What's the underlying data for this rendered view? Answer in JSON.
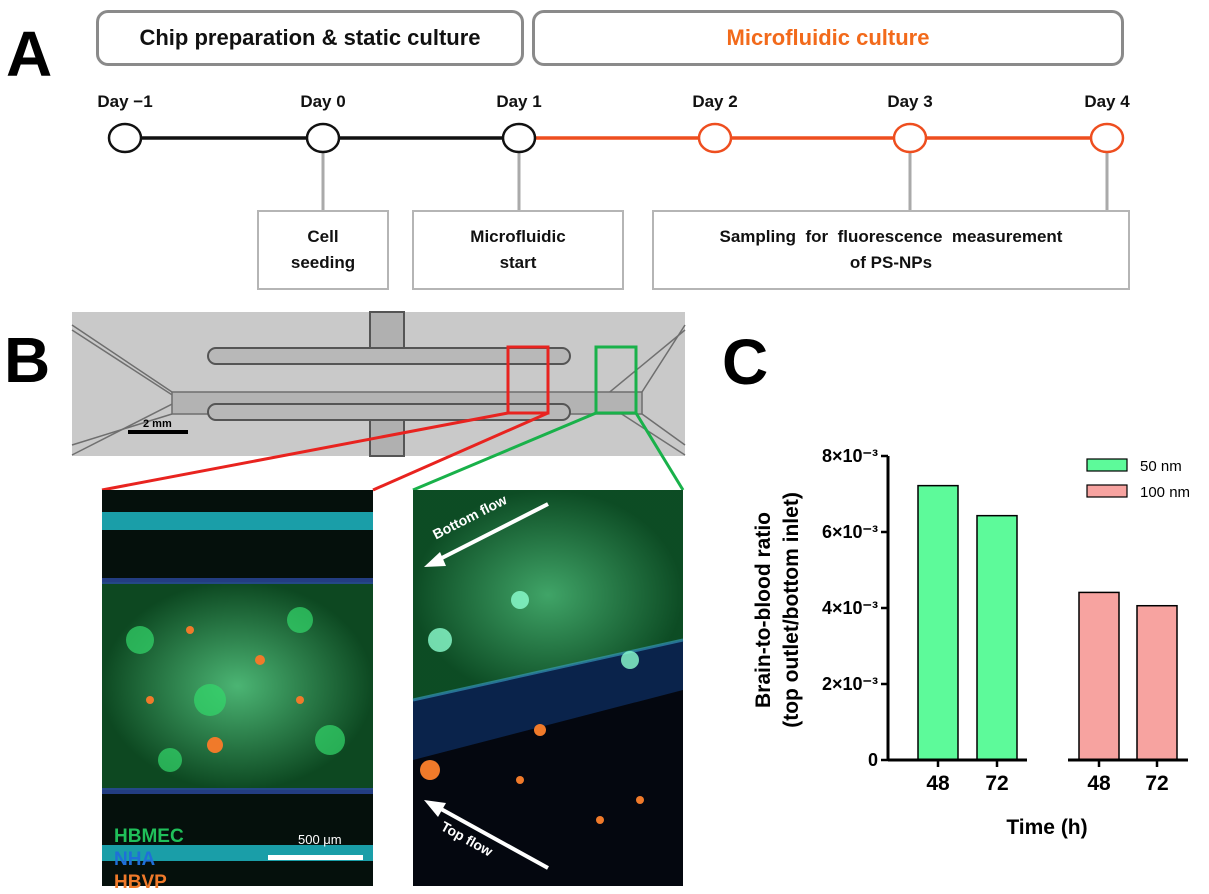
{
  "panels": {
    "a": "A",
    "b": "B",
    "c": "C"
  },
  "timeline": {
    "phases": [
      {
        "label": "Chip preparation & static culture",
        "color": "#111111"
      },
      {
        "label": "Microfluidic culture",
        "color": "#f26a1b"
      }
    ],
    "days": [
      "Day −1",
      "Day 0",
      "Day 1",
      "Day 2",
      "Day 3",
      "Day 4"
    ],
    "line_colors": {
      "static": "#111111",
      "microfluidic": "#ee4e1f"
    },
    "events": [
      {
        "line1": "Cell",
        "line2": "seeding"
      },
      {
        "line1": "Microfluidic",
        "line2": "start"
      },
      {
        "line1": "Sampling  for  fluorescence  measurement",
        "line2": "of PS-NPs"
      }
    ]
  },
  "images": {
    "chip_scale": "2 mm",
    "micrograph_scale": "500 μm",
    "legend": [
      {
        "label": "HBMEC",
        "color": "#20c05a"
      },
      {
        "label": "NHA",
        "color": "#1f6fd8"
      },
      {
        "label": "HBVP",
        "color": "#f07a2a"
      }
    ],
    "bottom_flow": "Bottom flow",
    "top_flow": "Top flow",
    "zoom_colors": {
      "red": "#e8231f",
      "green": "#19b14a"
    }
  },
  "chart_data": {
    "type": "bar",
    "xlabel": "Time (h)",
    "ylabel_line1": "Brain-to-blood ratio",
    "ylabel_line2": "(top outlet/bottom inlet)",
    "ylim": [
      0,
      0.008
    ],
    "yticks": [
      {
        "value": 0,
        "label": "0"
      },
      {
        "value": 0.002,
        "label": "2×10⁻³"
      },
      {
        "value": 0.004,
        "label": "4×10⁻³"
      },
      {
        "value": 0.006,
        "label": "6×10⁻³"
      },
      {
        "value": 0.008,
        "label": "8×10⁻³"
      }
    ],
    "legend_position": "top-right",
    "series": [
      {
        "name": "50 nm",
        "color": "#5dfa9a",
        "categories": [
          "48",
          "72"
        ],
        "values": [
          0.00722,
          0.00643
        ]
      },
      {
        "name": "100 nm",
        "color": "#f7a3a0",
        "categories": [
          "48",
          "72"
        ],
        "values": [
          0.00441,
          0.00406
        ]
      }
    ]
  }
}
